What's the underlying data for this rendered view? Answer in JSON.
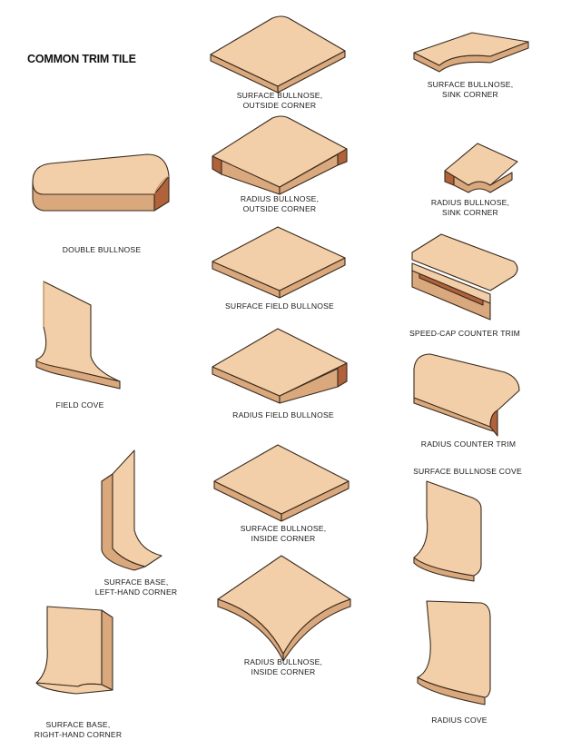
{
  "title": "COMMON TRIM TILE",
  "colors": {
    "tile_face": "#f2cfa8",
    "tile_face_light": "#f8dfc2",
    "tile_edge": "#d9a87c",
    "tile_side": "#c48a5e",
    "tile_inner": "#b0623a",
    "outline": "#3a2a1e"
  },
  "items": [
    {
      "id": "surface-bullnose-outside-corner",
      "line1": "SURFACE BULLNOSE,",
      "line2": "OUTSIDE CORNER"
    },
    {
      "id": "surface-bullnose-sink-corner",
      "line1": "SURFACE BULLNOSE,",
      "line2": "SINK CORNER"
    },
    {
      "id": "radius-bullnose-outside-corner",
      "line1": "RADIUS BULLNOSE,",
      "line2": "OUTSIDE CORNER"
    },
    {
      "id": "radius-bullnose-sink-corner",
      "line1": "RADIUS BULLNOSE,",
      "line2": "SINK CORNER"
    },
    {
      "id": "double-bullnose",
      "line1": "DOUBLE BULLNOSE",
      "line2": ""
    },
    {
      "id": "surface-field-bullnose",
      "line1": "SURFACE FIELD BULLNOSE",
      "line2": ""
    },
    {
      "id": "speed-cap-counter-trim",
      "line1": "SPEED-CAP COUNTER TRIM",
      "line2": ""
    },
    {
      "id": "field-cove",
      "line1": "FIELD COVE",
      "line2": ""
    },
    {
      "id": "radius-field-bullnose",
      "line1": "RADIUS FIELD BULLNOSE",
      "line2": ""
    },
    {
      "id": "radius-counter-trim",
      "line1": "RADIUS COUNTER TRIM",
      "line2": ""
    },
    {
      "id": "surface-bullnose-cove",
      "line1": "SURFACE BULLNOSE COVE",
      "line2": ""
    },
    {
      "id": "surface-bullnose-inside-corner",
      "line1": "SURFACE BULLNOSE,",
      "line2": "INSIDE CORNER"
    },
    {
      "id": "surface-base-left-hand-corner",
      "line1": "SURFACE BASE,",
      "line2": "LEFT-HAND CORNER"
    },
    {
      "id": "radius-bullnose-inside-corner",
      "line1": "RADIUS BULLNOSE,",
      "line2": "INSIDE CORNER"
    },
    {
      "id": "surface-base-right-hand-corner",
      "line1": "SURFACE BASE,",
      "line2": "RIGHT-HAND CORNER"
    },
    {
      "id": "radius-cove",
      "line1": "RADIUS COVE",
      "line2": ""
    }
  ]
}
